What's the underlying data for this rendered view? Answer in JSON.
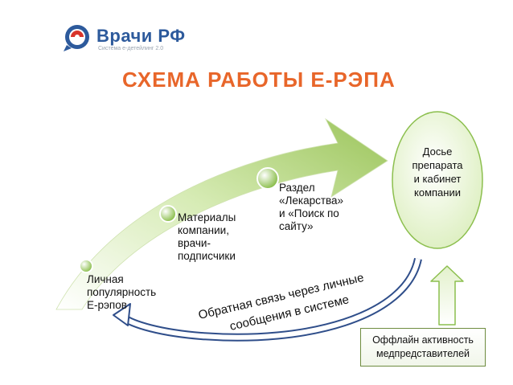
{
  "header": {
    "logo_name": "Врачи РФ",
    "logo_subtitle": "Система e-детейлинг 2.0"
  },
  "title": "СХЕМА РАБОТЫ Е-РЭПА",
  "stages": [
    {
      "lines": [
        "Личная",
        "популярность",
        "Е-рэпов"
      ]
    },
    {
      "lines": [
        "Материалы",
        "компании,",
        "врачи-",
        "подписчики"
      ]
    },
    {
      "lines": [
        "Раздел",
        "«Лекарства»",
        "и «Поиск по",
        "сайту»"
      ]
    }
  ],
  "target": {
    "lines": [
      "Досье",
      "препарата",
      "и кабинет",
      "компании"
    ]
  },
  "feedback": {
    "line1": "Обратная связь через личные",
    "line2": "сообщения в системе"
  },
  "offline": {
    "lines": [
      "Оффлайн активность",
      "медпредставителей"
    ]
  },
  "colors": {
    "arrow_green": "#9bc45a",
    "oval_fill": "#e9f6d2",
    "oval_stroke": "#8cbf4e",
    "title_orange": "#e8662a",
    "logo_blue": "#2d5a9c",
    "logo_red": "#d9352b"
  },
  "icons": [
    "logo-icon",
    "bullet-dot-icon",
    "curved-arrow-icon",
    "up-arrow-icon"
  ]
}
